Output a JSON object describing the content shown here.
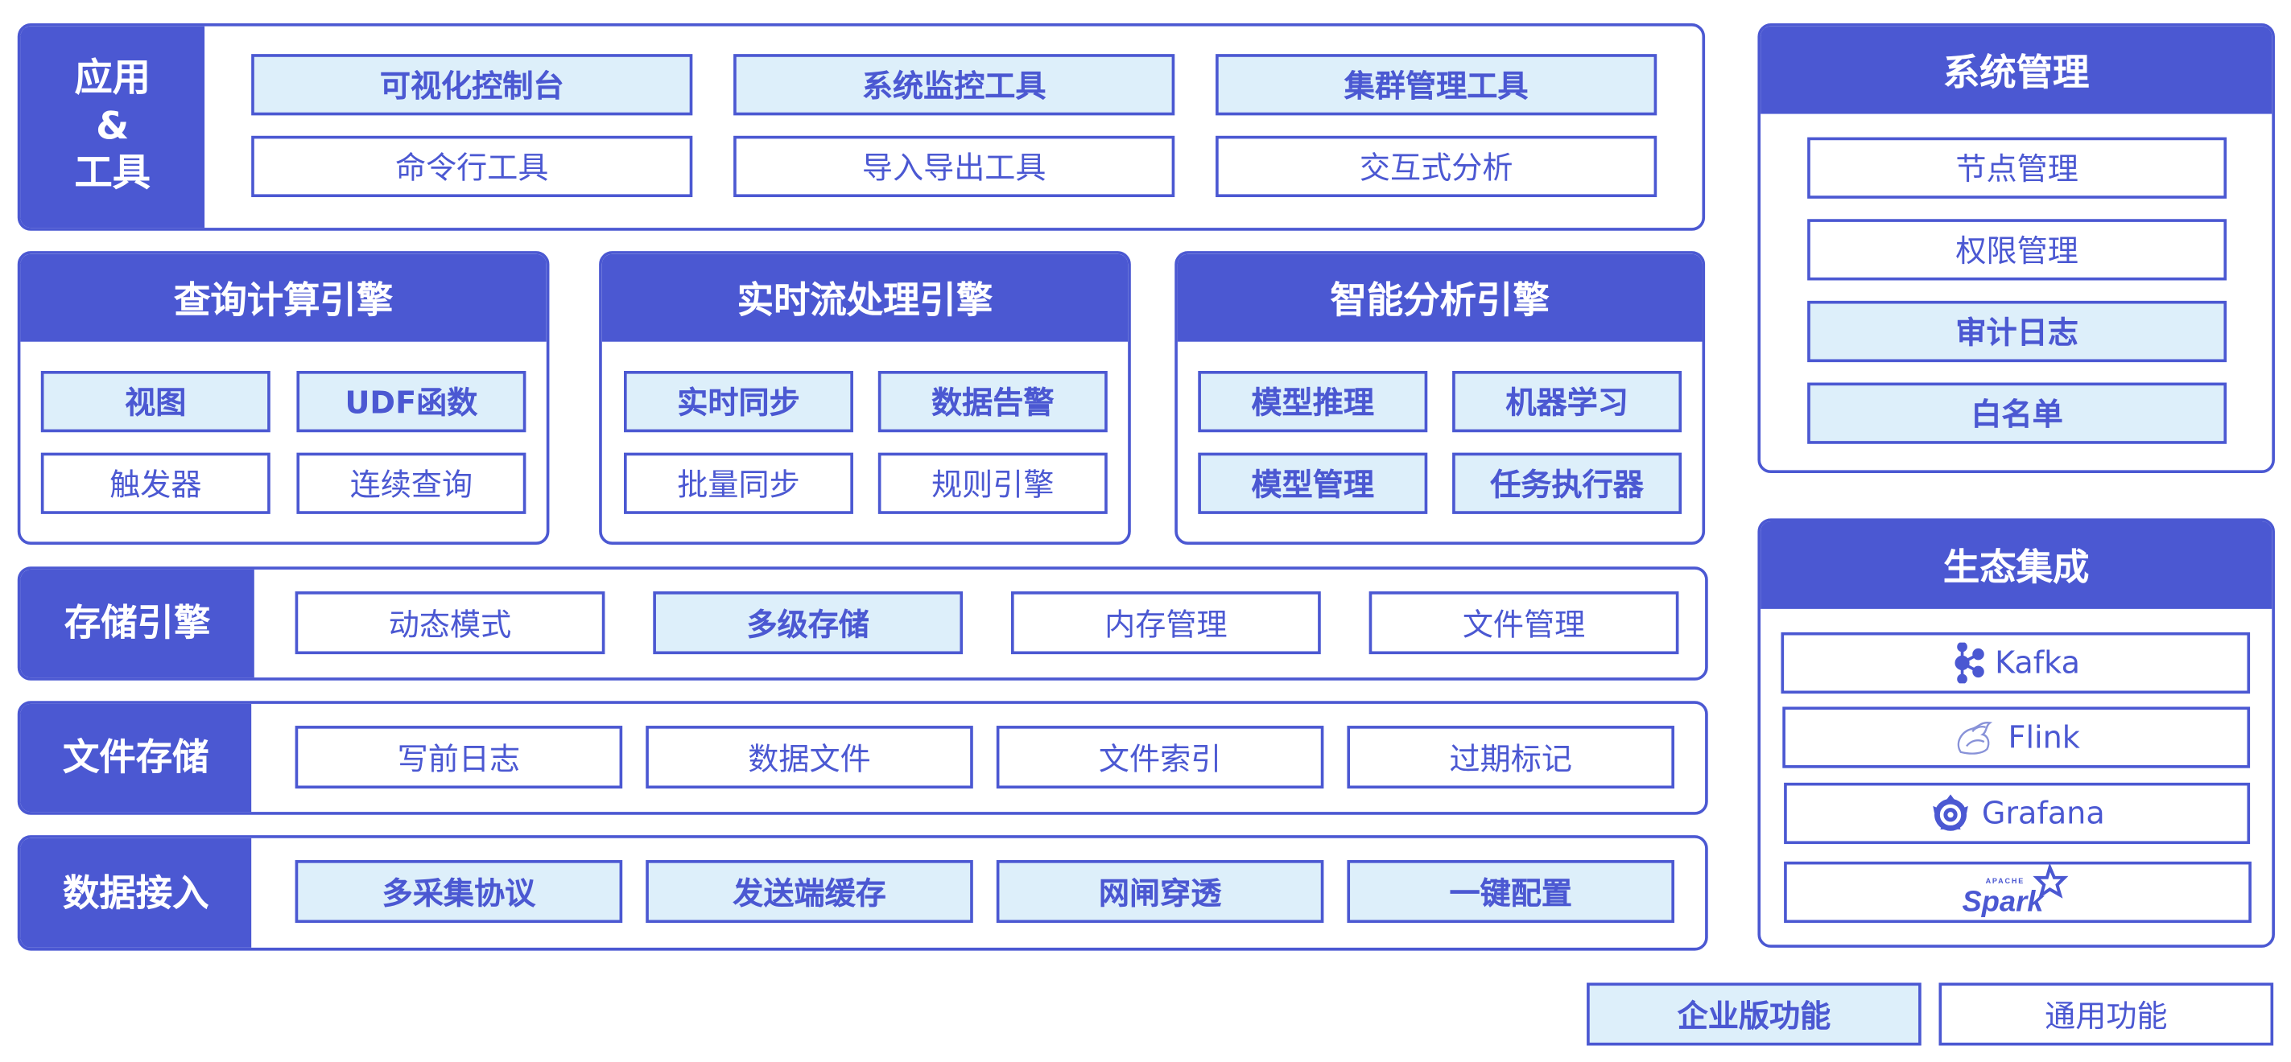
{
  "colors": {
    "primary": "#4b58d2",
    "enterprise_fill": "#ddeffa",
    "general_fill": "#ffffff"
  },
  "app_tools": {
    "label": "应用\n&\n工具",
    "items": [
      {
        "label": "可视化控制台",
        "type": "enterprise"
      },
      {
        "label": "系统监控工具",
        "type": "enterprise"
      },
      {
        "label": "集群管理工具",
        "type": "enterprise"
      },
      {
        "label": "命令行工具",
        "type": "general"
      },
      {
        "label": "导入导出工具",
        "type": "general"
      },
      {
        "label": "交互式分析",
        "type": "general"
      }
    ]
  },
  "query_engine": {
    "title": "查询计算引擎",
    "items": [
      {
        "label": "视图",
        "type": "enterprise"
      },
      {
        "label": "UDF函数",
        "type": "enterprise"
      },
      {
        "label": "触发器",
        "type": "general"
      },
      {
        "label": "连续查询",
        "type": "general"
      }
    ]
  },
  "stream_engine": {
    "title": "实时流处理引擎",
    "items": [
      {
        "label": "实时同步",
        "type": "enterprise"
      },
      {
        "label": "数据告警",
        "type": "enterprise"
      },
      {
        "label": "批量同步",
        "type": "general"
      },
      {
        "label": "规则引擎",
        "type": "general"
      }
    ]
  },
  "ai_engine": {
    "title": "智能分析引擎",
    "items": [
      {
        "label": "模型推理",
        "type": "enterprise"
      },
      {
        "label": "机器学习",
        "type": "enterprise"
      },
      {
        "label": "模型管理",
        "type": "enterprise"
      },
      {
        "label": "任务执行器",
        "type": "enterprise"
      }
    ]
  },
  "storage_engine": {
    "label": "存储引擎",
    "items": [
      {
        "label": "动态模式",
        "type": "general"
      },
      {
        "label": "多级存储",
        "type": "enterprise"
      },
      {
        "label": "内存管理",
        "type": "general"
      },
      {
        "label": "文件管理",
        "type": "general"
      }
    ]
  },
  "file_storage": {
    "label": "文件存储",
    "items": [
      {
        "label": "写前日志",
        "type": "general"
      },
      {
        "label": "数据文件",
        "type": "general"
      },
      {
        "label": "文件索引",
        "type": "general"
      },
      {
        "label": "过期标记",
        "type": "general"
      }
    ]
  },
  "data_ingest": {
    "label": "数据接入",
    "items": [
      {
        "label": "多采集协议",
        "type": "enterprise"
      },
      {
        "label": "发送端缓存",
        "type": "enterprise"
      },
      {
        "label": "网闸穿透",
        "type": "enterprise"
      },
      {
        "label": "一键配置",
        "type": "enterprise"
      }
    ]
  },
  "system_mgmt": {
    "title": "系统管理",
    "items": [
      {
        "label": "节点管理",
        "type": "general"
      },
      {
        "label": "权限管理",
        "type": "general"
      },
      {
        "label": "审计日志",
        "type": "enterprise"
      },
      {
        "label": "白名单",
        "type": "enterprise"
      }
    ]
  },
  "ecosystem": {
    "title": "生态集成",
    "items": [
      {
        "label": "Kafka",
        "icon": "kafka-logo"
      },
      {
        "label": "Flink",
        "icon": "flink-logo"
      },
      {
        "label": "Grafana",
        "icon": "grafana-logo"
      },
      {
        "label": "Spark",
        "icon": "apache-spark-logo",
        "logo_text": "APACHE Spark"
      }
    ]
  },
  "legend": {
    "enterprise": "企业版功能",
    "general": "通用功能"
  }
}
